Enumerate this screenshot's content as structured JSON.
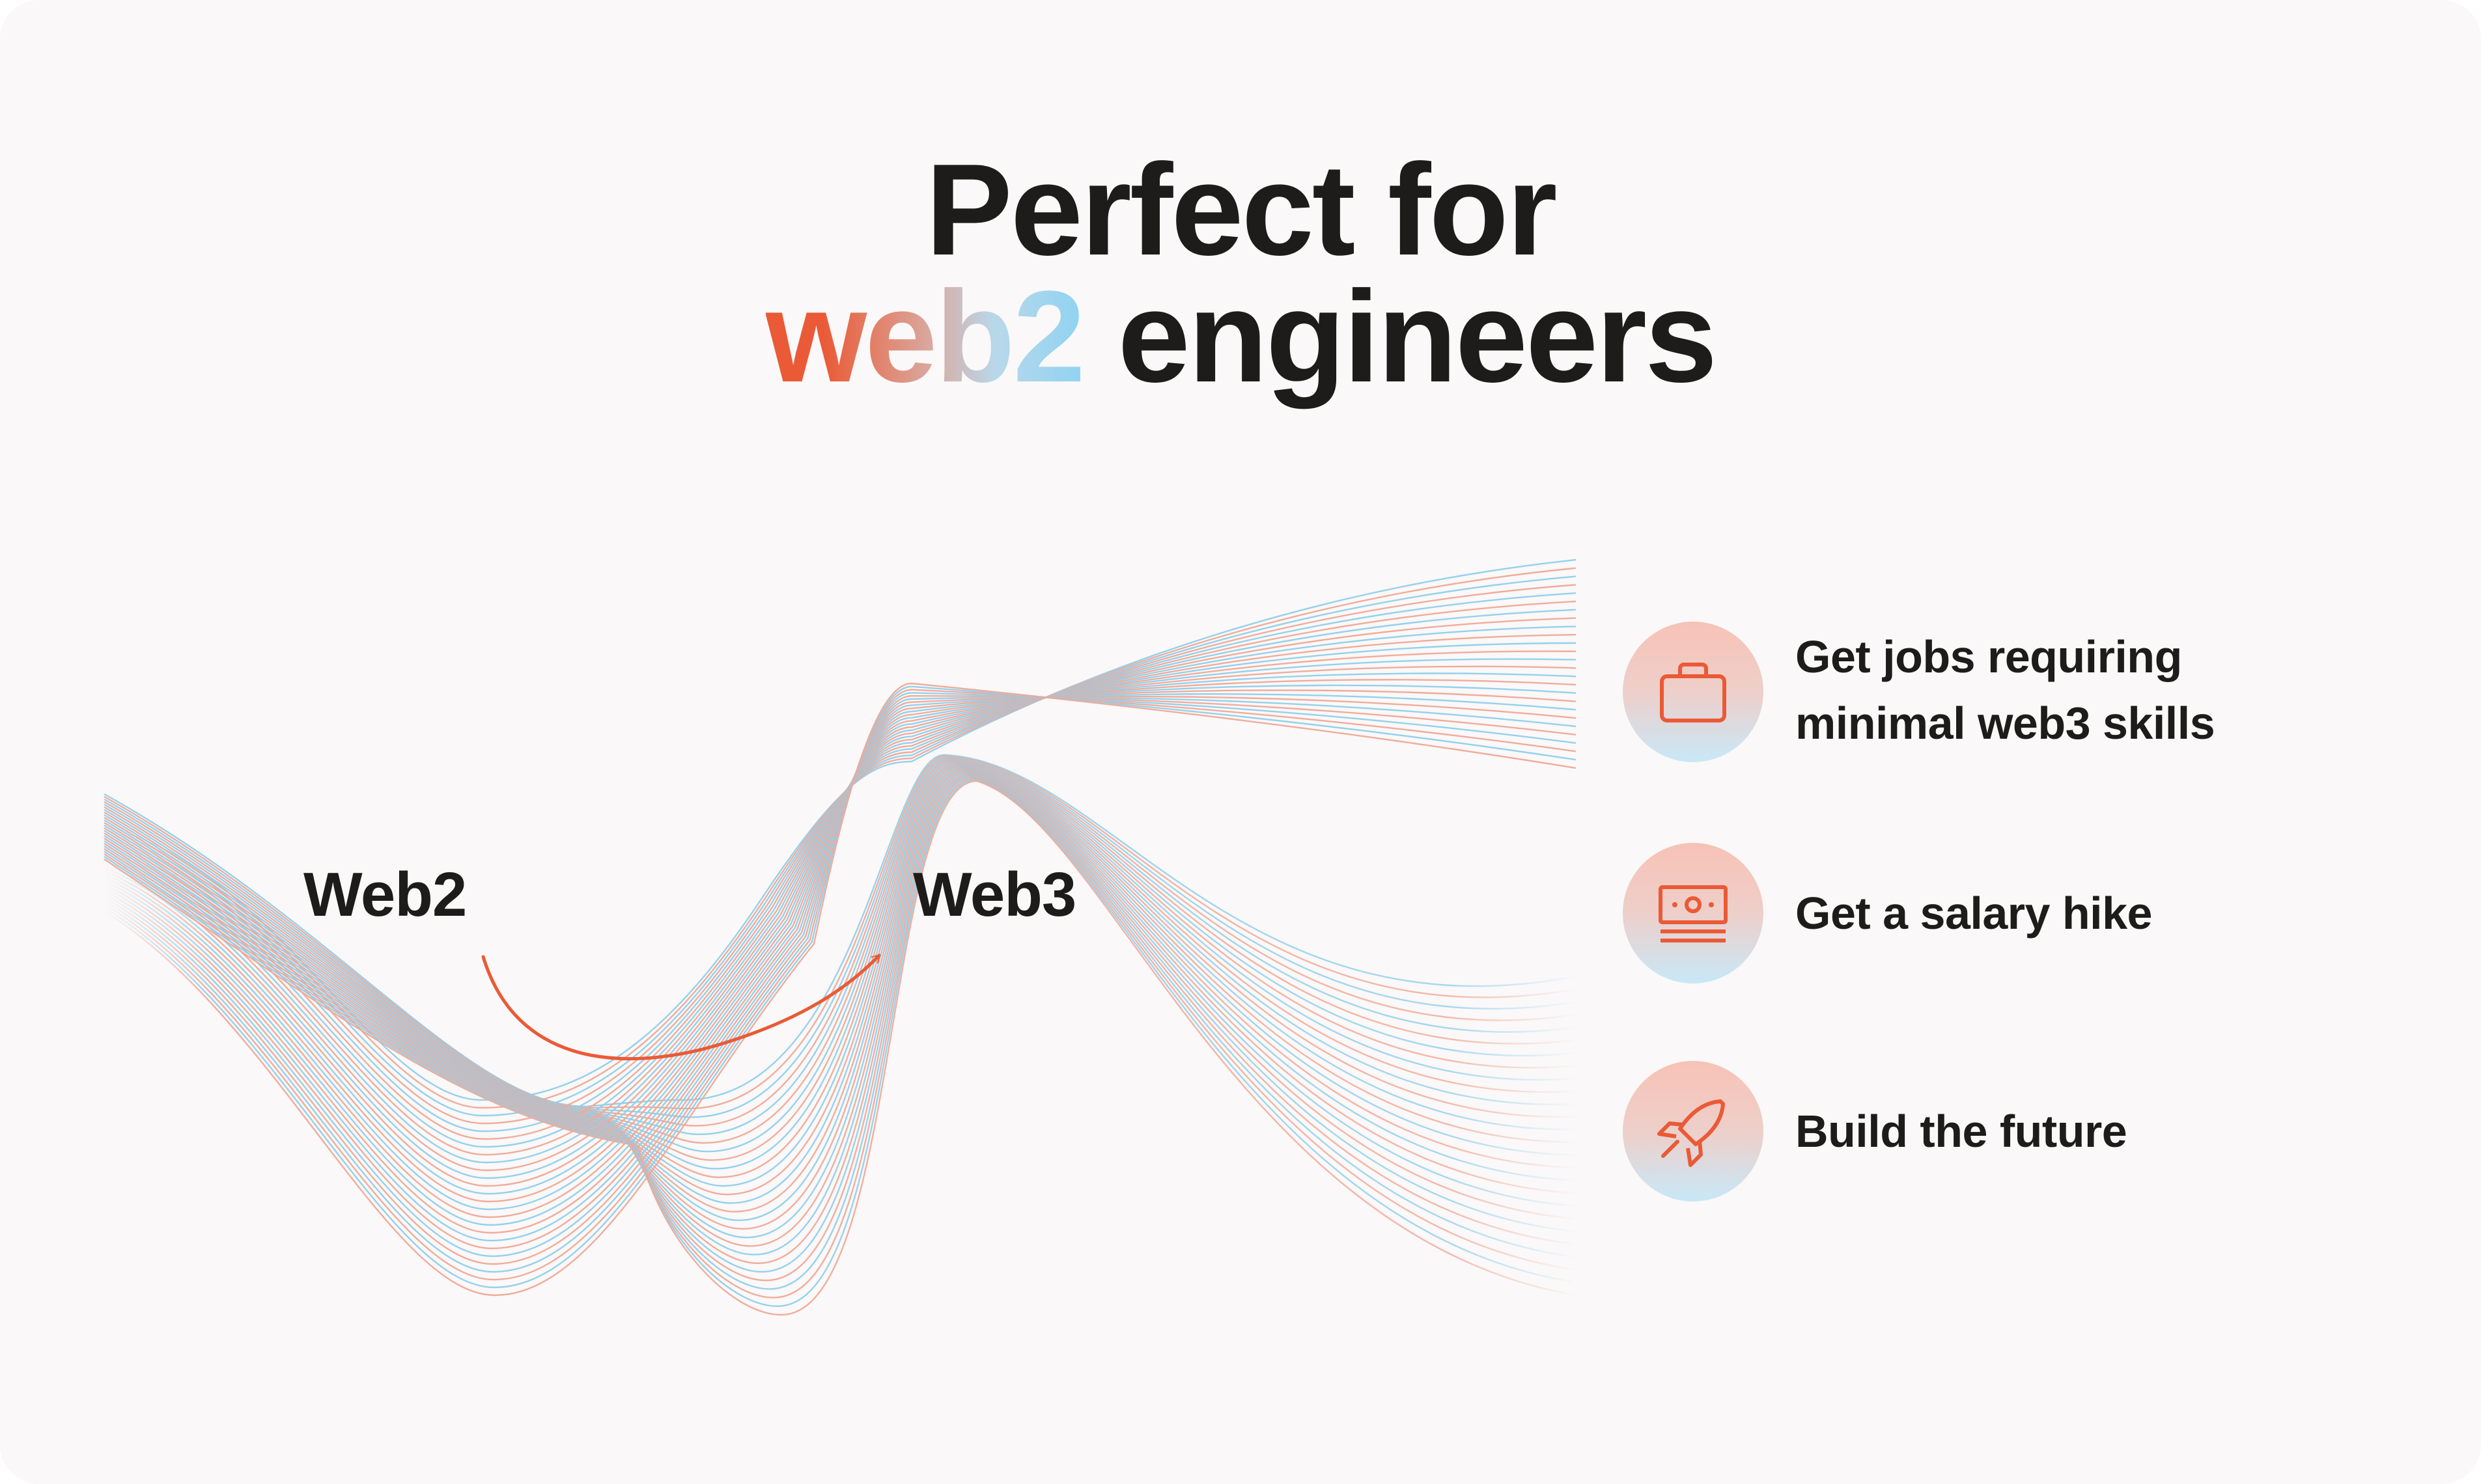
{
  "headline": {
    "line1": "Perfect for",
    "accent": "web2",
    "rest": " engineers"
  },
  "diagram": {
    "from_label": "Web2",
    "to_label": "Web3"
  },
  "features": [
    {
      "line1": "Get jobs requiring",
      "line2": "minimal web3 skills",
      "icon": "briefcase-icon"
    },
    {
      "line1": "Get a salary hike",
      "line2": "",
      "icon": "cash-icon"
    },
    {
      "line1": "Build the future",
      "line2": "",
      "icon": "rocket-icon"
    }
  ],
  "colors": {
    "accent": "#ea5a36",
    "wave_warm": "#f0a896",
    "wave_cool": "#8fcfec",
    "text": "#1d1c1a",
    "background": "#faf8f8"
  }
}
